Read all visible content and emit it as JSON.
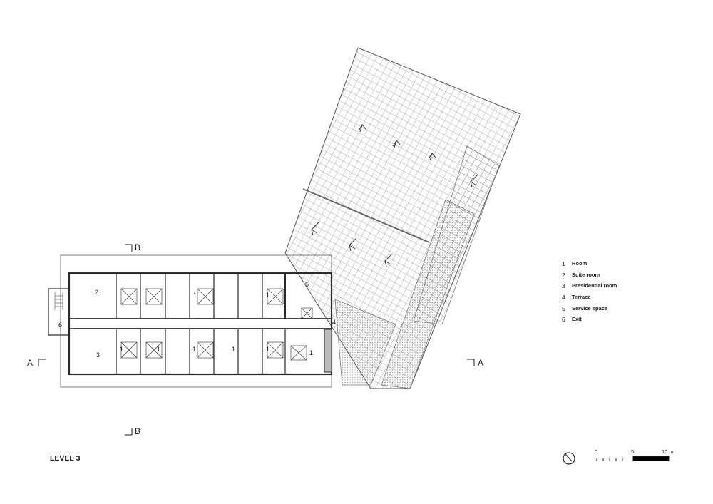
{
  "drawing": {
    "title": "LEVEL 3",
    "section_markers": {
      "a_left": "A",
      "a_right": "A",
      "b_top": "B",
      "b_bottom": "B"
    },
    "room_labels": [
      "1",
      "1",
      "1",
      "1",
      "1",
      "1",
      "1",
      "1",
      "2",
      "3",
      "4",
      "5",
      "6"
    ]
  },
  "legend": {
    "items": [
      {
        "num": "1",
        "label": "Room"
      },
      {
        "num": "2",
        "label": "Suite room"
      },
      {
        "num": "3",
        "label": "Presidential room"
      },
      {
        "num": "4",
        "label": "Terrace"
      },
      {
        "num": "5",
        "label": "Service space"
      },
      {
        "num": "6",
        "label": "Exit"
      }
    ]
  },
  "scale_bar": {
    "ticks": [
      "0",
      "5",
      "10 m"
    ],
    "north_arrow": "north-arrow-icon"
  },
  "colors": {
    "line": "#3a3a3a",
    "hatch": "#8a8a8a",
    "paper": "#ffffff"
  }
}
